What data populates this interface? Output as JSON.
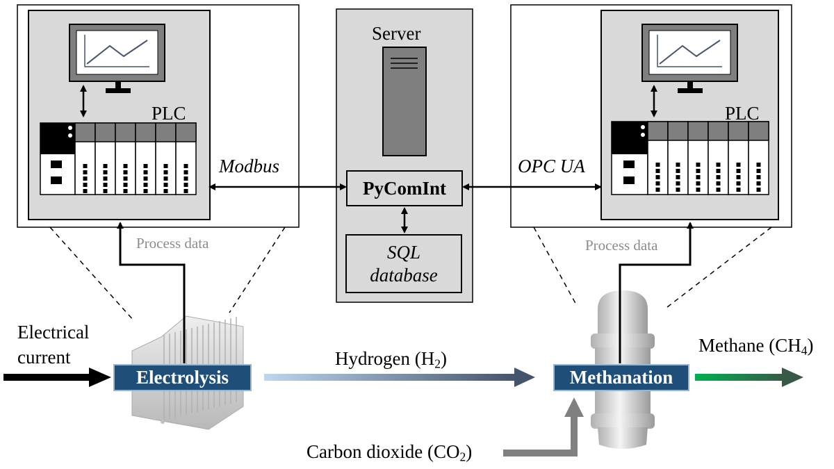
{
  "left_panel": {
    "plc_label": "PLC",
    "protocol": "Modbus",
    "process_data": "Process data"
  },
  "right_panel": {
    "plc_label": "PLC",
    "protocol": "OPC UA",
    "process_data": "Process data"
  },
  "server": {
    "label": "Server",
    "module": "PyComInt",
    "database_line1": "SQL",
    "database_line2": "database"
  },
  "process": {
    "input_line1": "Electrical",
    "input_line2": "current",
    "electrolysis": "Electrolysis",
    "hydrogen": "Hydrogen (H",
    "hydrogen_sub": "2",
    "hydrogen_end": ")",
    "methanation": "Methanation",
    "methane": "Methane (CH",
    "methane_sub": "4",
    "methane_end": ")",
    "co2": "Carbon dioxide (CO",
    "co2_sub": "2",
    "co2_end": ")"
  },
  "colors": {
    "box_fill": "#1f4e79",
    "panel_fill": "#d9d9d9",
    "hydrogen_arrow_start": "#bdd7ee",
    "hydrogen_arrow_end": "#44546a",
    "methane_arrow_start": "#00b050",
    "methane_arrow_end": "#375a47",
    "co2_arrow": "#808080"
  }
}
